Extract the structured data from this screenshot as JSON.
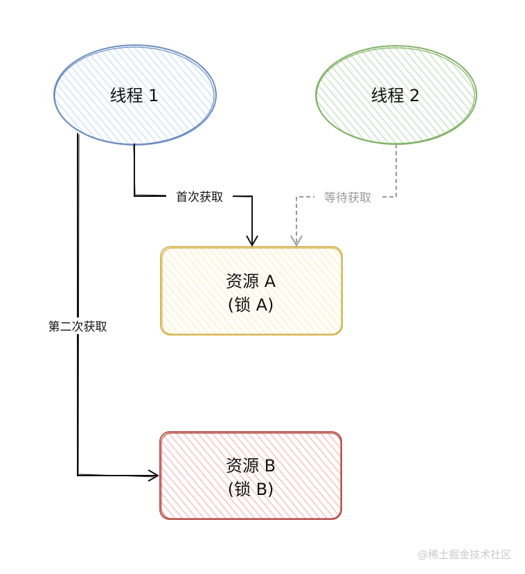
{
  "nodes": {
    "thread1": {
      "label": "线程 1"
    },
    "thread2": {
      "label": "线程 2"
    },
    "resourceA": {
      "line1": "资源 A",
      "line2": "(锁 A)"
    },
    "resourceB": {
      "line1": "资源 B",
      "line2": "(锁 B)"
    }
  },
  "edges": {
    "first_acquire": "首次获取",
    "wait_acquire": "等待获取",
    "second_acquire": "第二次获取"
  },
  "colors": {
    "thread1_stroke": "#6c8ebf",
    "thread1_fill": "#dae8fc",
    "thread2_stroke": "#82b366",
    "thread2_fill": "#d5e8d4",
    "resourceA_stroke": "#d6b656",
    "resourceA_fill": "#fff2cc",
    "resourceB_stroke": "#b85450",
    "resourceB_fill": "#f8cecc",
    "edge_solid": "#111111",
    "edge_dashed": "#999999"
  },
  "watermark": "@稀土掘金技术社区"
}
